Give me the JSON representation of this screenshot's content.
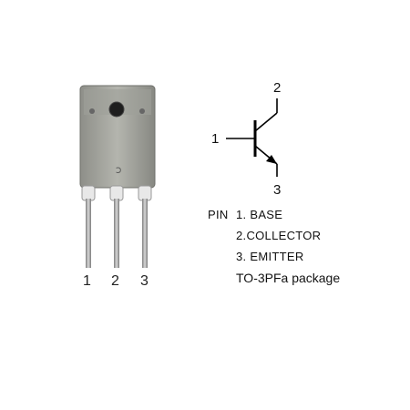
{
  "package": {
    "pin_labels": [
      "1",
      "2",
      "3"
    ]
  },
  "symbol": {
    "base_label": "1",
    "collector_label": "2",
    "emitter_label": "3"
  },
  "pinout": {
    "prefix": "PIN",
    "pins": [
      "1. BASE",
      "2.COLLECTOR",
      "3. EMITTER"
    ],
    "package_name": "TO-3PFa package"
  }
}
